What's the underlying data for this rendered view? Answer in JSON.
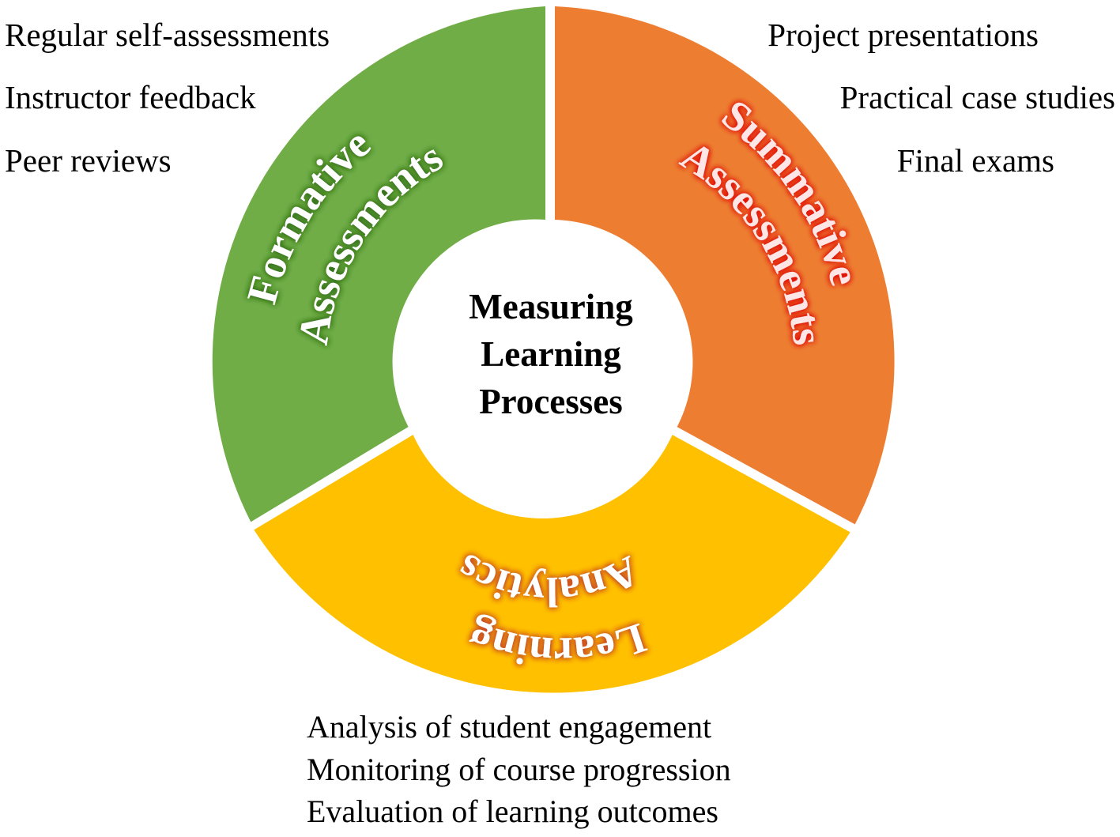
{
  "center": {
    "line1": "Measuring",
    "line2": "Learning",
    "line3": "Processes"
  },
  "segments": {
    "formative": {
      "label_line1": "Formative",
      "label_line2": "Assessments",
      "color": "#70AD47",
      "items": [
        "Regular self-assessments",
        "Instructor feedback",
        "Peer reviews"
      ]
    },
    "summative": {
      "label_line1": "Summative",
      "label_line2": "Assessments",
      "color": "#ED7D31",
      "items": [
        "Project presentations",
        "Practical case studies",
        "Final exams"
      ]
    },
    "analytics": {
      "label_line1": "Learning",
      "label_line2": "Analytics",
      "color": "#FFC000",
      "items": [
        "Analysis of student engagement",
        "Monitoring of course progression",
        "Evaluation of learning outcomes"
      ]
    }
  },
  "colors": {
    "formative_glow": "#2E6B12",
    "summative_text": "#FFE6E6",
    "summative_glow": "#E00000",
    "analytics_glow": "#C0392B",
    "label_text": "#FFFFFF"
  }
}
